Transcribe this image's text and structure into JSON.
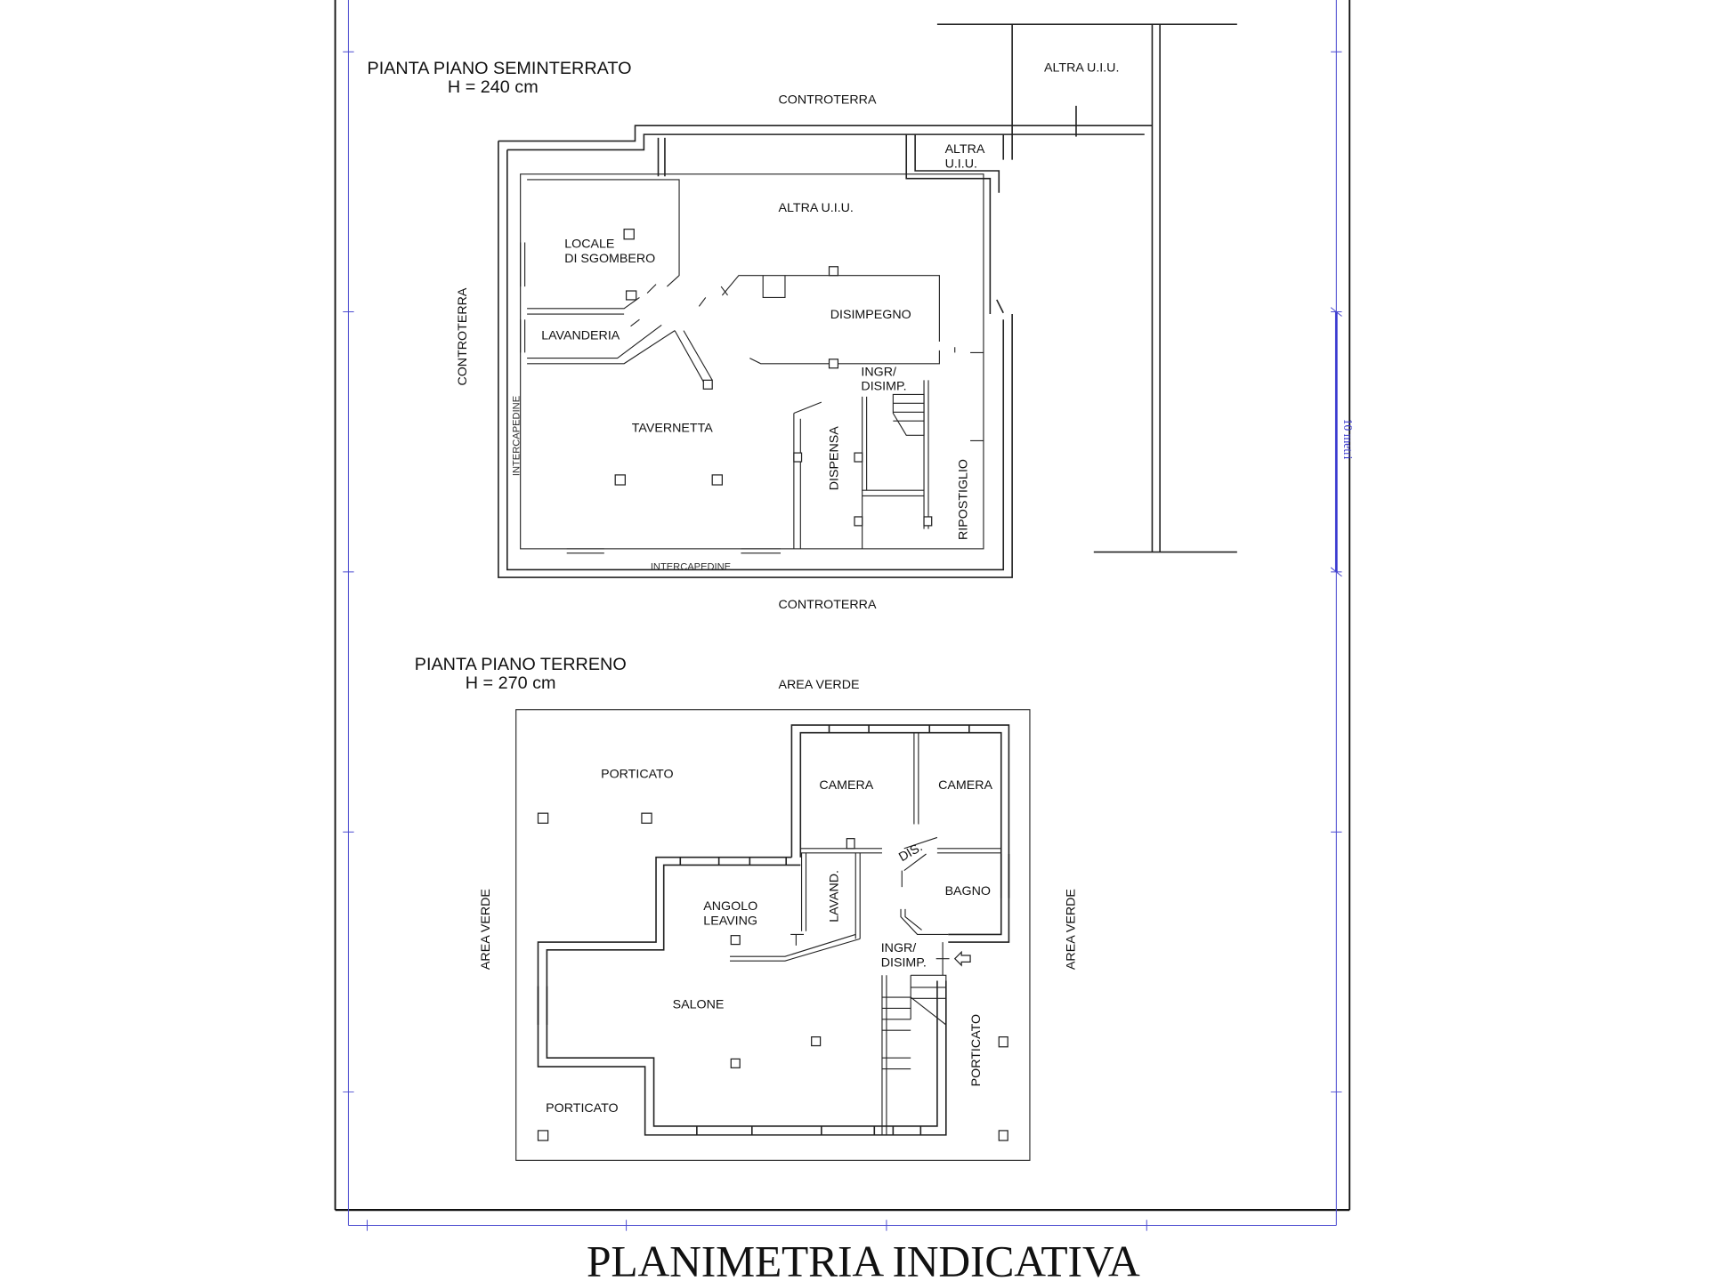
{
  "footer_title": "PLANIMETRIA INDICATIVA",
  "scale_bar": {
    "label": "10 metri",
    "color": "#3a3ad0"
  },
  "seminterrato": {
    "title": "PIANTA PIANO SEMINTERRATO",
    "height": "H = 240 cm",
    "surroundings": {
      "top": "CONTROTERRA",
      "bottom": "CONTROTERRA",
      "left": "CONTROTERRA"
    },
    "rooms": {
      "locale_1": "LOCALE",
      "locale_2": "DI SGOMBERO",
      "lavanderia": "LAVANDERIA",
      "tavernetta": "TAVERNETTA",
      "disimpegno": "DISIMPEGNO",
      "altra_center": "ALTRA U.I.U.",
      "altra_small_1": "ALTRA",
      "altra_small_2": "U.I.U.",
      "altra_right": "ALTRA U.I.U.",
      "ingr_1": "INGR/",
      "ingr_2": "DISIMP.",
      "dispensa": "DISPENSA",
      "ripostiglio": "RIPOSTIGLIO",
      "intercapedine_left": "INTERCAPEDINE",
      "intercapedine_bottom": "INTERCAPEDINE"
    }
  },
  "terreno": {
    "title": "PIANTA PIANO TERRENO",
    "height": "H = 270 cm",
    "surroundings": {
      "top": "AREA VERDE",
      "left": "AREA VERDE",
      "right": "AREA VERDE"
    },
    "rooms": {
      "porticato_top": "PORTICATO",
      "camera_1": "CAMERA",
      "camera_2": "CAMERA",
      "dis": "DIS.",
      "lavand": "LAVAND.",
      "bagno": "BAGNO",
      "angolo_1": "ANGOLO",
      "angolo_2": "LEAVING",
      "ingr_1": "INGR/",
      "ingr_2": "DISIMP.",
      "salone": "SALONE",
      "porticato_right": "PORTICATO",
      "porticato_bottom": "PORTICATO"
    },
    "entrance_icon": "arrow-left-icon"
  }
}
